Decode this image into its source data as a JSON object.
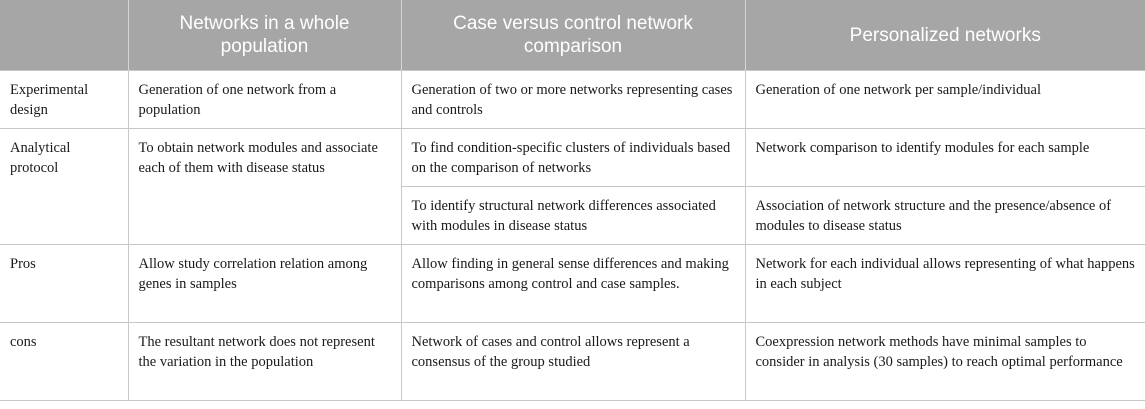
{
  "headers": [
    "",
    "Networks in a whole population",
    "Case versus control network comparison",
    "Personalized networks"
  ],
  "rows": {
    "design": {
      "label": "Experimental design",
      "whole": "Generation of one network from a population",
      "case": "Generation of two or more networks representing cases and controls",
      "personal": "Generation of one network per sample/individual"
    },
    "protocol": {
      "label": "Analytical protocol",
      "whole": "To obtain network modules and associate each of them with disease status",
      "case_1": "To find condition-specific clusters of individuals based on the comparison of networks",
      "personal_1": "Network comparison to identify modules for each sample",
      "case_2": "To identify structural network differences associated with modules in disease status",
      "personal_2": "Association of network structure and the presence/absence of modules to disease status"
    },
    "pros": {
      "label": "Pros",
      "whole": "Allow study correlation relation among genes in samples",
      "case": "Allow finding in general sense differences and making comparisons among control and case samples.",
      "personal": "Network for each individual allows representing of what happens in each subject"
    },
    "cons": {
      "label": "cons",
      "whole": "The resultant network does not represent the variation in the population",
      "case": "Network of cases and control allows represent a consensus of the group studied",
      "personal": "Coexpression network methods have minimal samples to consider in analysis (30 samples) to reach optimal performance"
    }
  }
}
